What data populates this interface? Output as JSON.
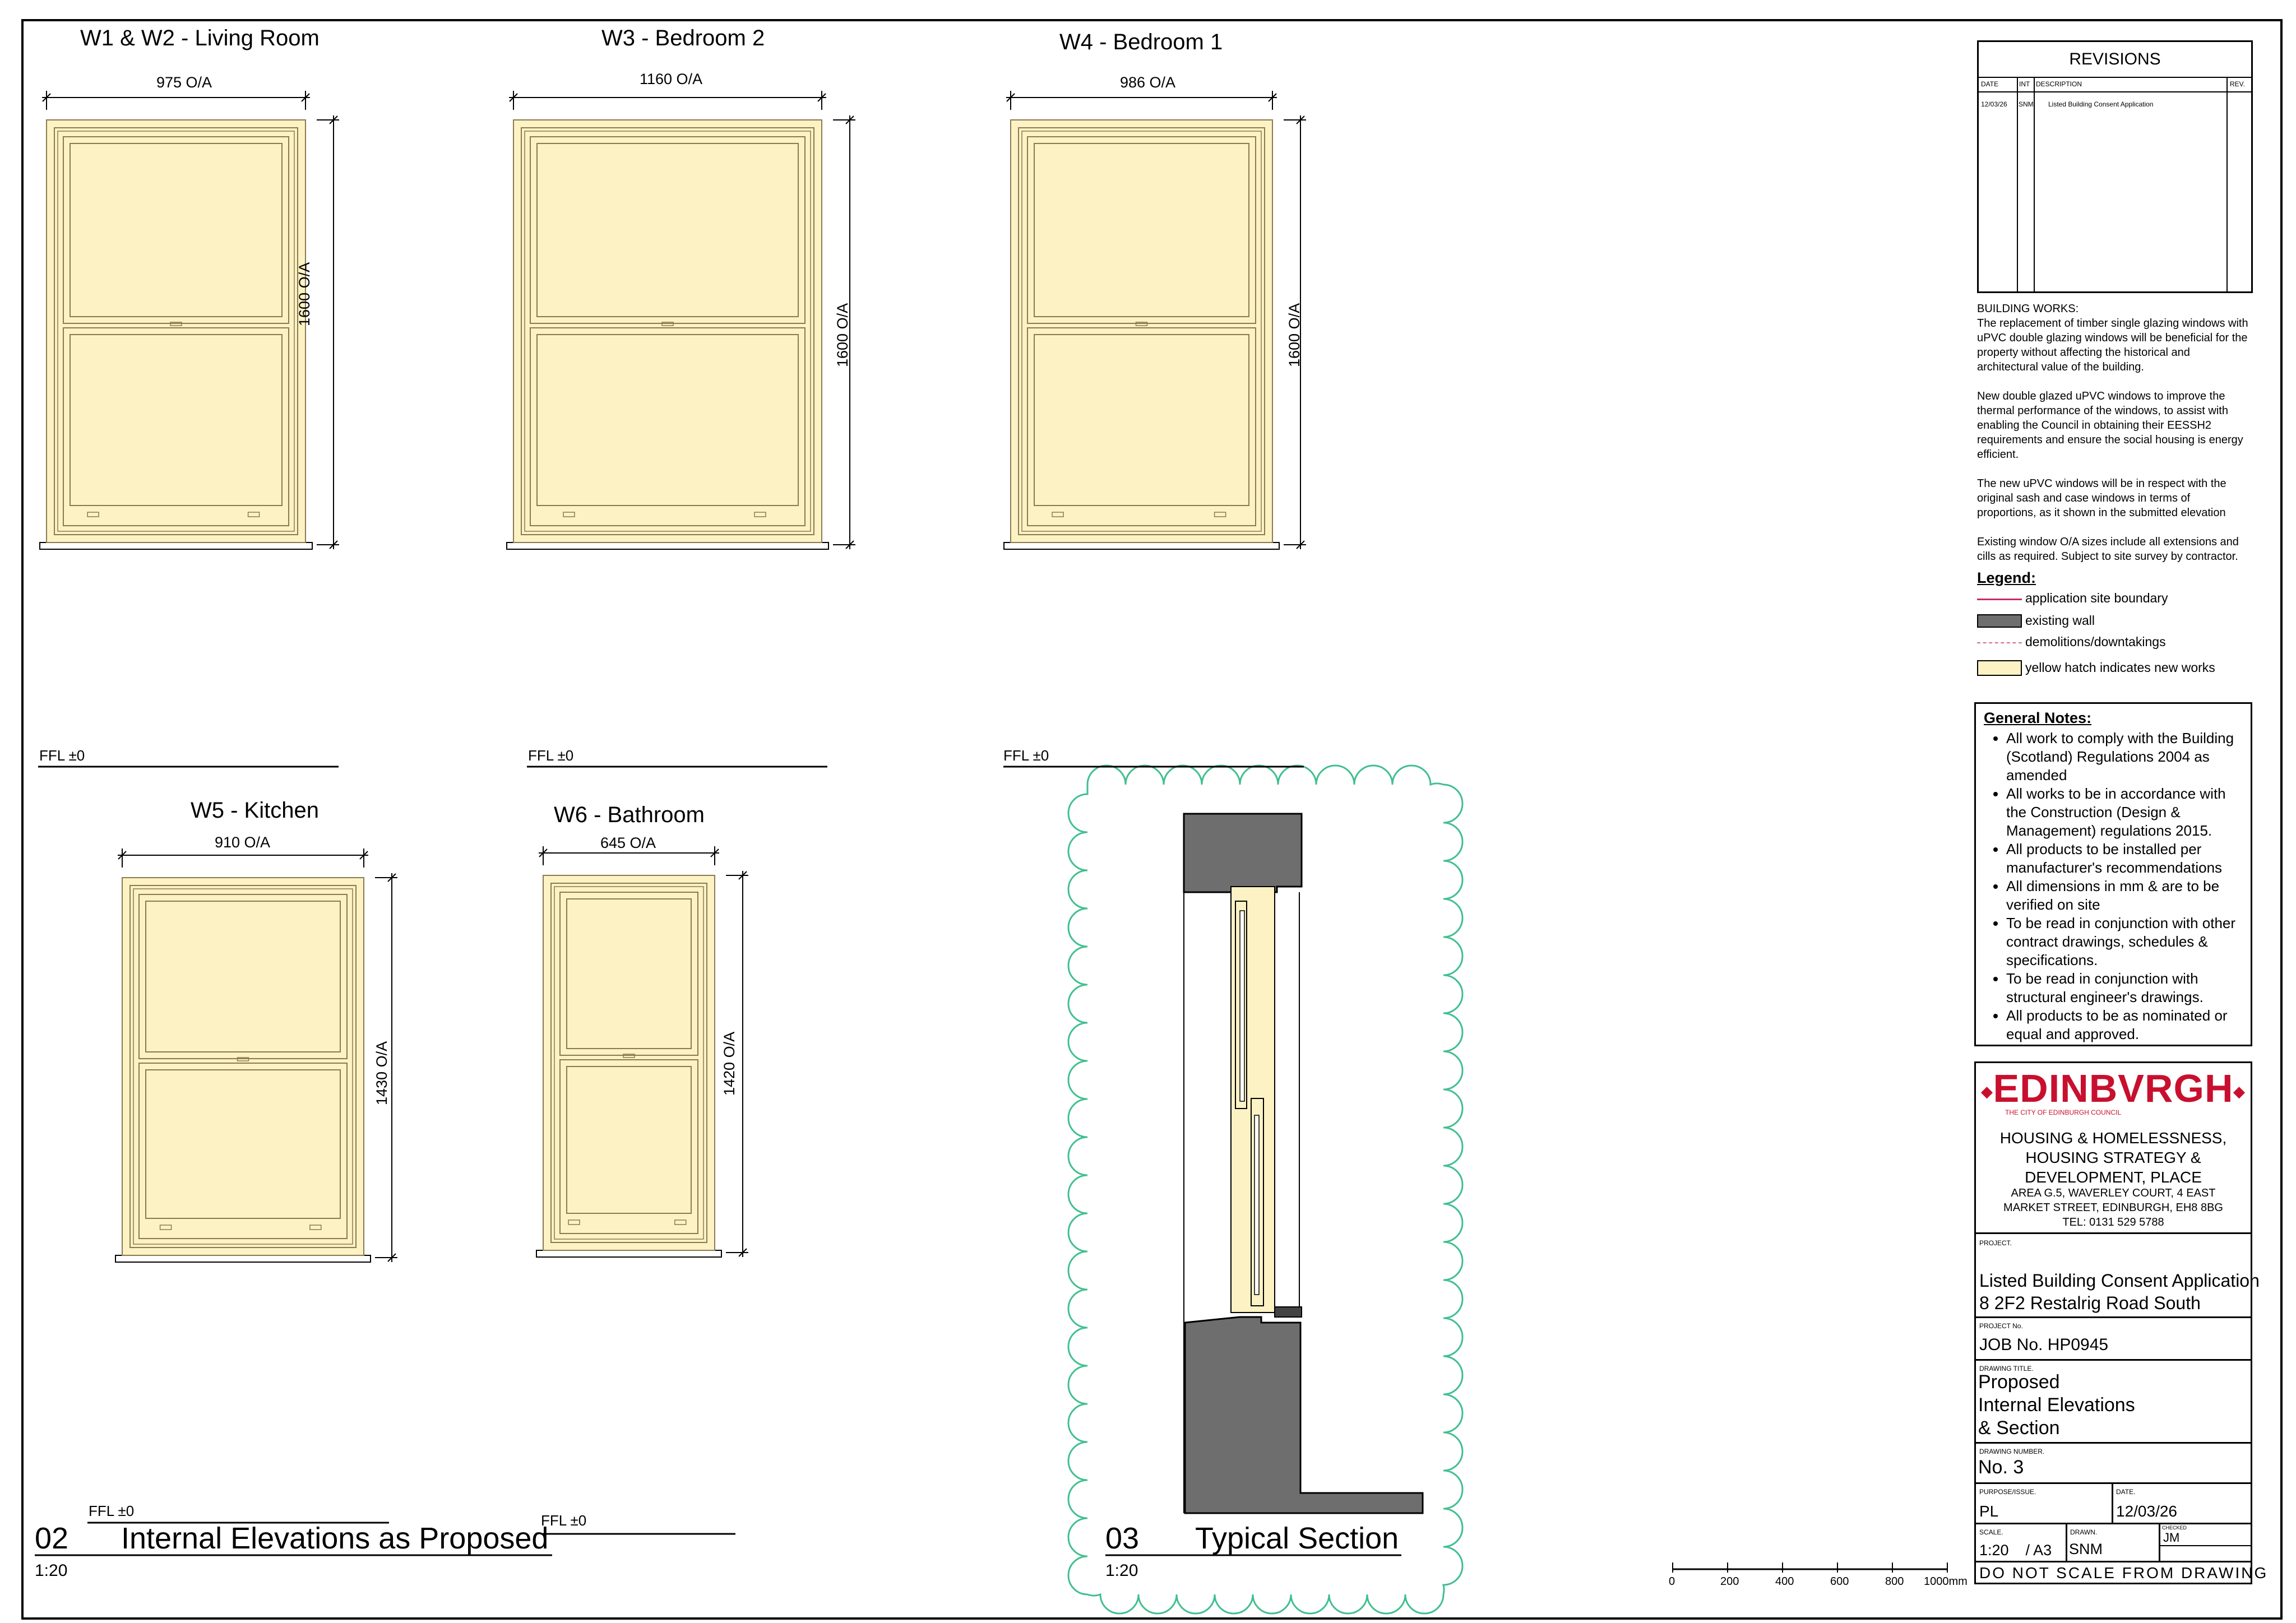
{
  "windows": [
    {
      "id": "w1w2",
      "title": "W1 & W2  - Living Room",
      "width_label": "975 O/A",
      "height_label": "1600 O/A",
      "width_mm": 975,
      "height_mm": 1600
    },
    {
      "id": "w3",
      "title": "W3 - Bedroom 2",
      "width_label": "1160 O/A",
      "height_label": "1600 O/A",
      "width_mm": 1160,
      "height_mm": 1600
    },
    {
      "id": "w4",
      "title": "W4 - Bedroom 1",
      "width_label": "986 O/A",
      "height_label": "1600 O/A",
      "width_mm": 986,
      "height_mm": 1600
    },
    {
      "id": "w5",
      "title": "W5 - Kitchen",
      "width_label": "910 O/A",
      "height_label": "1430 O/A",
      "width_mm": 910,
      "height_mm": 1430
    },
    {
      "id": "w6",
      "title": "W6 - Bathroom",
      "width_label": "645 O/A",
      "height_label": "1420 O/A",
      "width_mm": 645,
      "height_mm": 1420
    }
  ],
  "ffl_label": "FFL ±0",
  "view_02": {
    "number": "02",
    "title": "Internal Elevations as Proposed",
    "scale": "1:20"
  },
  "view_03": {
    "number": "03",
    "title": "Typical Section",
    "scale": "1:20"
  },
  "scale_bar": {
    "ticks": [
      "0",
      "200",
      "400",
      "600",
      "800",
      "1000mm"
    ]
  },
  "revisions": {
    "title": "REVISIONS",
    "headers": {
      "date": "DATE",
      "int": "INT",
      "description": "DESCRIPTION",
      "rev": "REV."
    },
    "rows": [
      {
        "date": "12/03/26",
        "int": "SNM",
        "description": "Listed Building Consent Application",
        "rev": ""
      }
    ]
  },
  "building_works": {
    "heading": "BUILDING WORKS:",
    "paragraphs": [
      "The replacement of timber single glazing windows with uPVC double glazing windows will be beneficial for the property without affecting the historical and architectural value of the building.",
      "New double glazed uPVC windows to improve the thermal performance of the windows, to assist with enabling the Council in obtaining their EESSH2 requirements and ensure the social housing is energy efficient.",
      "The new uPVC windows will be in respect with the original sash and case windows in terms of proportions, as it shown in the submitted elevation",
      "Existing window O/A sizes include all extensions and cills as required. Subject to site survey by contractor."
    ]
  },
  "legend": {
    "title": "Legend:",
    "items": [
      {
        "label": "application site boundary"
      },
      {
        "label": "existing wall"
      },
      {
        "label": "demolitions/downtakings"
      },
      {
        "label": "yellow hatch indicates new works"
      }
    ]
  },
  "general_notes": {
    "title": "General Notes:",
    "items": [
      "All work to comply with the Building (Scotland) Regulations 2004 as amended",
      "All works to be in accordance with the Construction (Design & Management) regulations 2015.",
      "All products to be installed per manufacturer's recommendations",
      "All dimensions in mm & are to be verified on site",
      "To be read in conjunction with other contract drawings, schedules & specifications.",
      "To be read in conjunction with structural engineer's drawings.",
      "All products to be as nominated or equal and approved."
    ]
  },
  "council": {
    "logo_text": "EDINBVRGH",
    "logo_sub": "THE CITY OF EDINBURGH COUNCIL",
    "dept": "HOUSING & HOMELESSNESS, HOUSING STRATEGY & DEVELOPMENT, PLACE",
    "address_1": "AREA G.5, WAVERLEY COURT, 4 EAST",
    "address_2": "MARKET STREET, EDINBURGH, EH8 8BG",
    "tel": "TEL: 0131 529 5788"
  },
  "title_block": {
    "project_label": "PROJECT.",
    "project_line1": "Listed Building Consent Application",
    "project_line2": "8 2F2 Restalrig Road South",
    "project_no_label": "PROJECT No.",
    "project_no": "JOB No. HP0945",
    "drawing_title_label": "DRAWING TITLE.",
    "drawing_title_1": "Proposed",
    "drawing_title_2": "Internal Elevations",
    "drawing_title_3": "& Section",
    "drawing_number_label": "DRAWING NUMBER.",
    "drawing_number": "No. 3",
    "purpose_label": "PURPOSE/ISSUE.",
    "purpose": "PL",
    "date_label": "DATE.",
    "date": "12/03/26",
    "scale_label": "SCALE.",
    "scale": "1:20    / A3",
    "drawn_label": "DRAWN.",
    "drawn": "SNM",
    "checked_label": "CHECKED",
    "checked": "JM",
    "footer": "DO NOT SCALE FROM DRAWING"
  },
  "colors": {
    "new_works": "#fdf2c4",
    "frame_stroke": "#8a7a50",
    "existing_wall": "#6e6e6e",
    "cloud": "#3fbf8f",
    "boundary": "#c0306a"
  }
}
